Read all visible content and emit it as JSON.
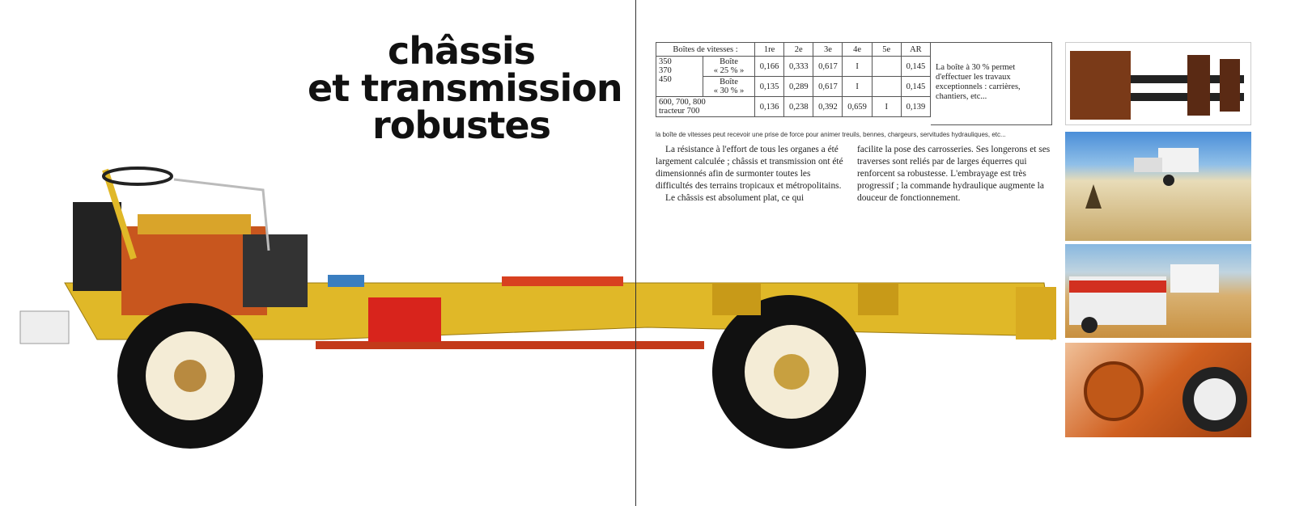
{
  "title": {
    "line1": "châssis",
    "line2": "et transmission",
    "line3": "robustes"
  },
  "gear_table": {
    "header": [
      "Boîtes de vitesses :",
      "1re",
      "2e",
      "3e",
      "4e",
      "5e",
      "AR"
    ],
    "group1_models": [
      "350",
      "370",
      "450"
    ],
    "rows": [
      {
        "box": "Boîte",
        "pct": "« 25 % »",
        "values": [
          "0,166",
          "0,333",
          "0,617",
          "I",
          "",
          "0,145"
        ]
      },
      {
        "box": "Boîte",
        "pct": "« 30 % »",
        "values": [
          "0,135",
          "0,289",
          "0,617",
          "I",
          "",
          "0,145"
        ]
      },
      {
        "models": "600, 700, 800",
        "models2": "tracteur 700",
        "values": [
          "0,136",
          "0,238",
          "0,392",
          "0,659",
          "I",
          "0,139"
        ]
      }
    ],
    "side_note": "La boîte à 30 % permet d'effectuer les travaux exceptionnels : carrières, chantiers, etc..."
  },
  "caption": "la boîte de vitesses peut recevoir une prise de force pour animer treuils, bennes, chargeurs, servitudes hydrauliques, etc...",
  "body": {
    "col1_p1": "La résistance à l'effort de tous les organes a été largement calculée ; châssis et transmission ont été dimensionnés afin de surmonter toutes les difficultés des terrains tropicaux et métropolitains.",
    "col1_p2": "Le châssis est absolument plat, ce qui",
    "col2": "facilite la pose des carrosseries. Ses longerons et ses traverses sont reliés par de larges équerres qui renforcent sa robustesse. L'embrayage est très progressif ; la commande hydraulique augmente la douceur de fonctionnement."
  },
  "colors": {
    "frame": "#e0b828",
    "tank": "#d8241c",
    "tire": "#111111",
    "rim": "#f4ecd6"
  }
}
